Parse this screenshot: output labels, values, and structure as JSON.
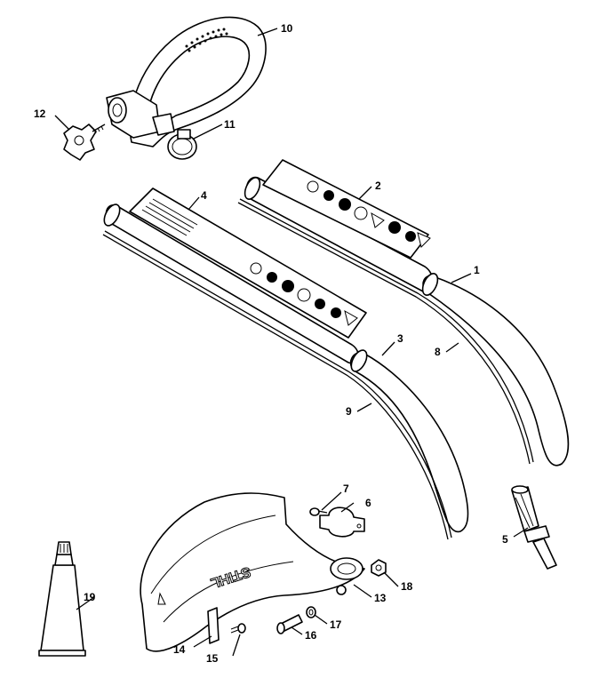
{
  "diagram": {
    "brand_text": "STIHL",
    "callouts": {
      "p1": "1",
      "p2": "2",
      "p3": "3",
      "p4": "4",
      "p5": "5",
      "p6": "6",
      "p7": "7",
      "p8": "8",
      "p9": "9",
      "p10": "10",
      "p11": "11",
      "p12": "12",
      "p13": "13",
      "p14": "14",
      "p15": "15",
      "p16": "16",
      "p17": "17",
      "p18": "18",
      "p19": "19"
    }
  }
}
